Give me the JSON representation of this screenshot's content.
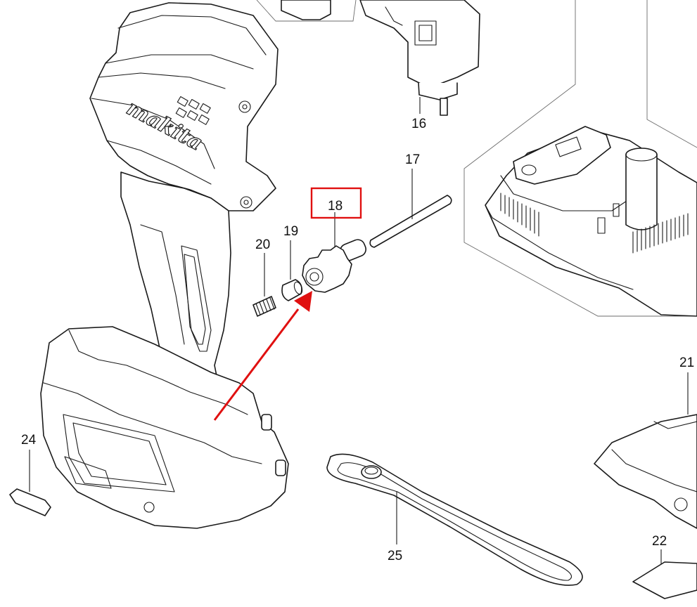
{
  "diagram": {
    "brand_logo": "makita",
    "highlight_color": "#e01010",
    "arrow_color": "#e01010",
    "callouts": {
      "p16": "16",
      "p17": "17",
      "p18": "18",
      "p19": "19",
      "p20": "20",
      "p21": "21",
      "p22": "22",
      "p24": "24",
      "p25": "25"
    },
    "highlighted_part": "18"
  }
}
